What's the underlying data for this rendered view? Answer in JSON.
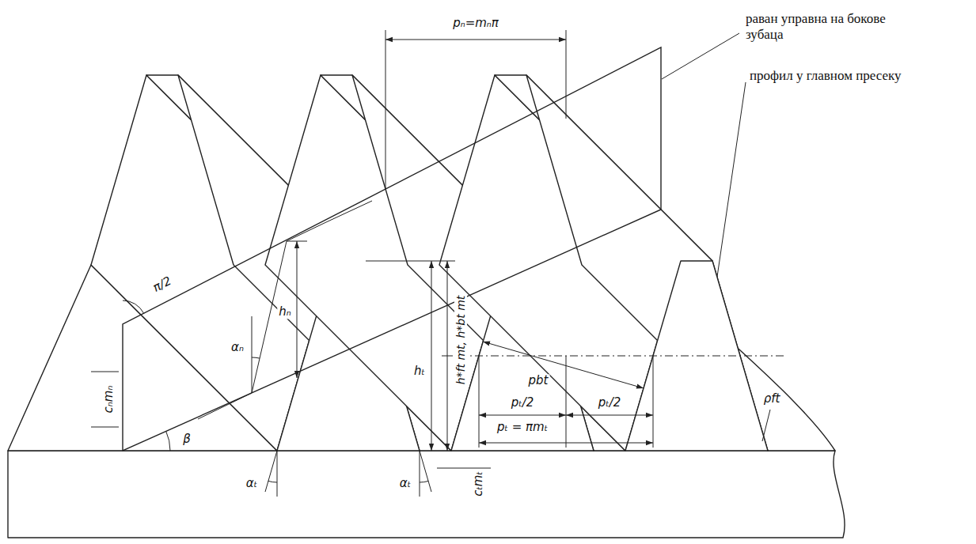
{
  "diagram": {
    "labels": [
      "pₙ=mₙπ",
      "раван управна на бокове зубаца",
      "профил у главном пресеку",
      "π/2",
      "αₙ",
      "hₙ",
      "hₜ",
      "h*ft mt, h*bt mt",
      "cₙmₙ",
      "β",
      "αₜ",
      "αₜ",
      "cₜmₜ",
      "pbt",
      "pₜ/2",
      "pₜ/2",
      "pₜ = πmₜ",
      "ρft"
    ]
  }
}
